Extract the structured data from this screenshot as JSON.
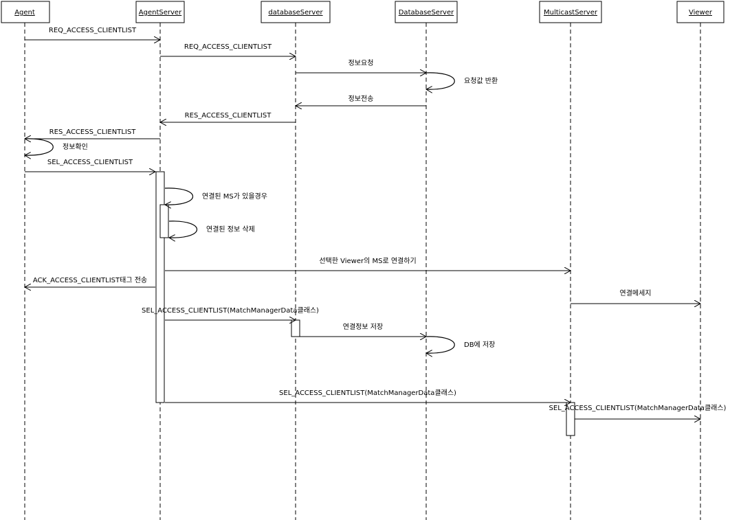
{
  "participants": [
    {
      "id": "agent",
      "name": "Agent"
    },
    {
      "id": "agentserver",
      "name": "AgentServer"
    },
    {
      "id": "databaseserver_lc",
      "name": "databaseServer"
    },
    {
      "id": "databaseserver_uc",
      "name": "DatabaseServer"
    },
    {
      "id": "multicastserver",
      "name": "MulticastServer"
    },
    {
      "id": "viewer",
      "name": "Viewer"
    }
  ],
  "messages": [
    {
      "from": "agent",
      "to": "agentserver",
      "label": "REQ_ACCESS_CLIENTLIST"
    },
    {
      "from": "agentserver",
      "to": "databaseserver_lc",
      "label": "REQ_ACCESS_CLIENTLIST"
    },
    {
      "from": "databaseserver_lc",
      "to": "databaseserver_uc",
      "label": "정보요청"
    },
    {
      "from": "databaseserver_uc",
      "to": "databaseserver_uc",
      "label": "요청값 반환",
      "self": true
    },
    {
      "from": "databaseserver_uc",
      "to": "databaseserver_lc",
      "label": "정보전송"
    },
    {
      "from": "databaseserver_lc",
      "to": "agentserver",
      "label": "RES_ACCESS_CLIENTLIST"
    },
    {
      "from": "agentserver",
      "to": "agent",
      "label": "RES_ACCESS_CLIENTLIST"
    },
    {
      "from": "agent",
      "to": "agent",
      "label": "정보확인",
      "self": true
    },
    {
      "from": "agent",
      "to": "agentserver",
      "label": "SEL_ACCESS_CLIENTLIST"
    },
    {
      "from": "agentserver",
      "to": "agentserver",
      "label": "연결된 MS가 있을경우",
      "self": true
    },
    {
      "from": "agentserver",
      "to": "agentserver",
      "label": "연결된 정보 삭제",
      "self": true
    },
    {
      "from": "agentserver",
      "to": "multicastserver",
      "label": "선택한 Viewer의 MS로 연결하기"
    },
    {
      "from": "agentserver",
      "to": "agent",
      "label": "ACK_ACCESS_CLIENTLIST태그 전송"
    },
    {
      "from": "multicastserver",
      "to": "viewer",
      "label": "연결메세지"
    },
    {
      "from": "agentserver",
      "to": "databaseserver_lc",
      "label": "SEL_ACCESS_CLIENTLIST(MatchManagerData클래스)"
    },
    {
      "from": "databaseserver_lc",
      "to": "databaseserver_uc",
      "label": "연결정보 저장"
    },
    {
      "from": "databaseserver_uc",
      "to": "databaseserver_uc",
      "label": "DB에 저장",
      "self": true
    },
    {
      "from": "agentserver",
      "to": "multicastserver",
      "label": "SEL_ACCESS_CLIENTLIST(MatchManagerData클래스)"
    },
    {
      "from": "multicastserver",
      "to": "viewer",
      "label": "SEL_ACCESS_CLIENTLIST(MatchManagerData클래스)"
    }
  ]
}
